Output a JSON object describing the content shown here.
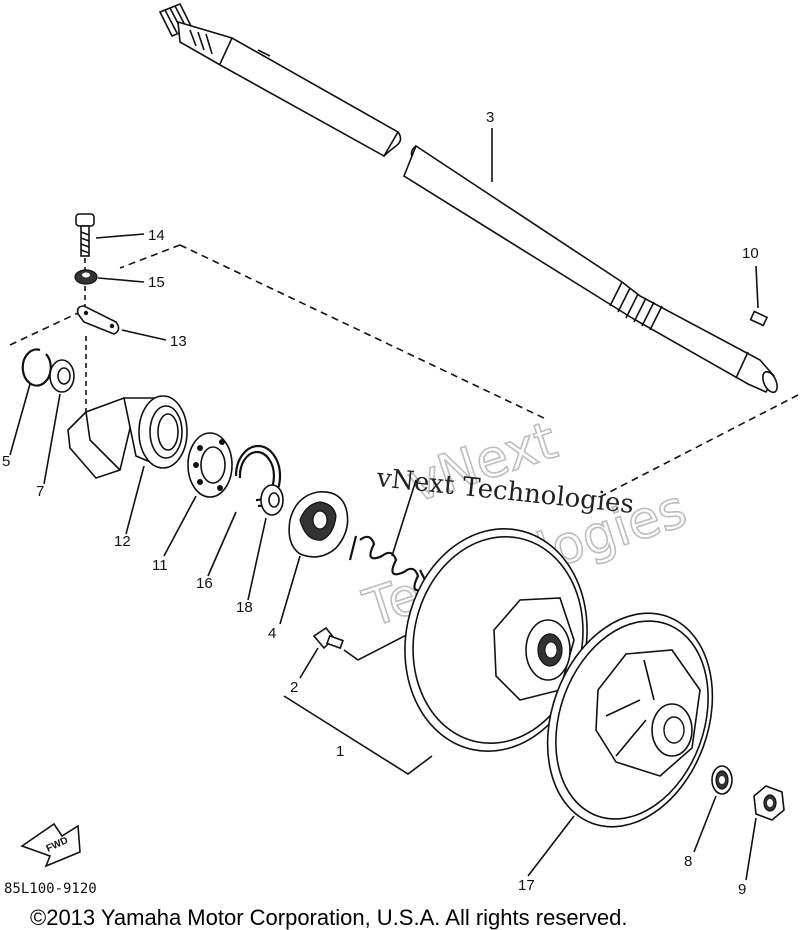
{
  "diagram": {
    "part_labels": {
      "p1": "1",
      "p2": "2",
      "p3": "3",
      "p4": "4",
      "p5": "5",
      "p7": "7",
      "p8": "8",
      "p9": "9",
      "p10": "10",
      "p11": "11",
      "p12": "12",
      "p13": "13",
      "p14": "14",
      "p15": "15",
      "p16": "16",
      "p17": "17",
      "p18": "18"
    },
    "watermark": {
      "main": "vNext Technologies",
      "ghost_line1": "vNext",
      "ghost_line2": "Technologies"
    },
    "fwd_badge": "FWD",
    "drawing_code": "85L100-9120",
    "copyright": "©2013 Yamaha Motor Corporation, U.S.A. All rights reserved."
  }
}
